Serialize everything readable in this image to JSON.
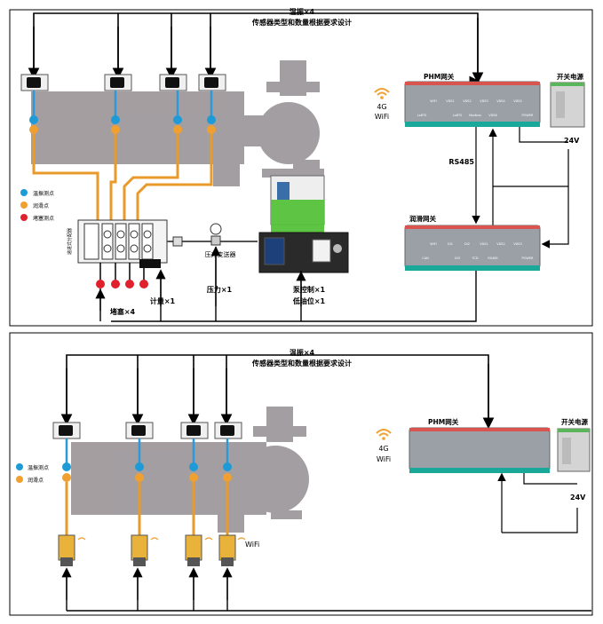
{
  "top": {
    "header_bus": "温振×4",
    "header_note": "传感器类型和数量根据要求设计",
    "phm_title": "PHM网关",
    "power_title": "开关电源",
    "power_voltage": "24V",
    "wireless_4g": "4G",
    "wireless_wifi": "WiFi",
    "rs485": "RS485",
    "lube_gateway_title": "润滑网关",
    "legend": [
      "温振测点",
      "润滑点",
      "堵塞测点"
    ],
    "distributor_label": "递进式分配器",
    "pressure_transmitter": "压力变送器",
    "bottom_labels": {
      "blockage": "堵塞×4",
      "meter": "计量×1",
      "pressure": "压力×1",
      "pump_ctrl": "泵控制×1",
      "low_oil": "低油位×1"
    },
    "gateway_ports_top": [
      "WIFI",
      "VDS1",
      "VDS2",
      "VDS3",
      "VDS4",
      "VDS5"
    ],
    "gateway_ports_bottom": [
      "Lo8T0",
      "Lo8T0",
      "Modbus",
      "VDS6",
      "POWER"
    ],
    "lube_ports_top": [
      "WIFI",
      "DI1",
      "DI2",
      "VDS1",
      "VDS2",
      "VDS3"
    ],
    "lube_ports_bottom": [
      "CAN",
      "DI3",
      "TCD",
      "RS485",
      "POWER"
    ]
  },
  "bottom": {
    "header_bus": "温振×4",
    "header_note": "传感器类型和数量根据要求设计",
    "phm_title": "PHM网关",
    "power_title": "开关电源",
    "power_voltage": "24V",
    "wireless_4g": "4G",
    "wireless_wifi": "WiFi",
    "legend": [
      "温振测点",
      "润滑点"
    ],
    "wifi_label": "WiFi"
  },
  "colors": {
    "blue_point": "#1e9bd7",
    "orange_point": "#f0a030",
    "red_point": "#e0202a",
    "pump_gray": "#9a9497",
    "orange_pipe": "#e89a2a",
    "blue_line": "#2b9ad8"
  }
}
